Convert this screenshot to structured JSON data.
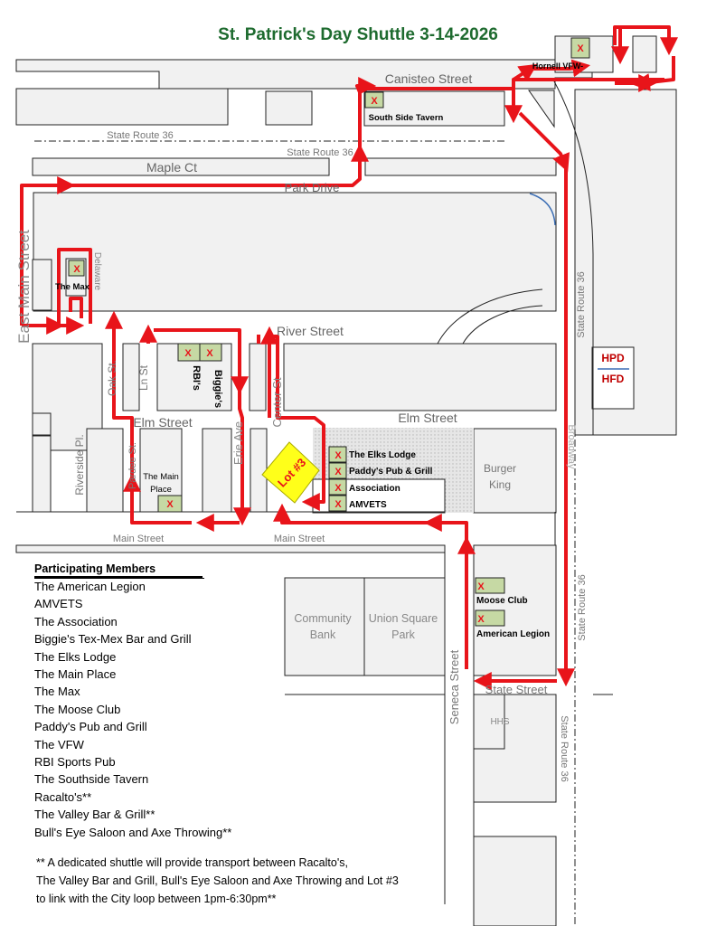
{
  "title": "St. Patrick's Day Shuttle 3-14-2026",
  "streets": {
    "canisteo": "Canisteo Street",
    "sr36_a": "State Route 36",
    "sr36_b": "State Route 36",
    "maple": "Maple Ct",
    "park": "Park Drive",
    "east_main": "East Main Street",
    "delaware": "Delaware",
    "river": "River Street",
    "oak": "Oak St.",
    "ln": "Ln St",
    "elm_left": "Elm Street",
    "elm_right": "Elm Street",
    "erie": "Erie Ave",
    "center": "Center St",
    "riverside": "Riverside Pl.",
    "pardee": "Pardee St.",
    "main_left": "Main Street",
    "main_right": "Main Street",
    "sr36_vertical": "State Route 36",
    "broadway": "Broadway",
    "seneca": "Seneca Street",
    "state": "State Street",
    "sr36_lower": "State Route 36",
    "sr36_bottom": "State Route 36"
  },
  "places": {
    "hornell_vfw": "Hornell VFW-",
    "south_side": "South Side Tavern",
    "the_max": "The Max",
    "rbis": "RBI's",
    "biggies": "Biggie's",
    "main_place_1": "The Main",
    "main_place_2": "Place",
    "elks": "The Elks Lodge",
    "paddys": "Paddy's Pub & Grill",
    "association": "Association",
    "amvets": "AMVETS",
    "burger_1": "Burger",
    "burger_2": "King",
    "moose": "Moose Club",
    "legion": "American Legion",
    "community_1": "Community",
    "community_2": "Bank",
    "union_1": "Union Square",
    "union_2": "Park",
    "hhs": "HHS",
    "hpd": "HPD",
    "hfd": "HFD",
    "lot": "Lot #3"
  },
  "marker": "X",
  "legend": {
    "heading": "Participating Members",
    "members": [
      "The American Legion",
      "AMVETS",
      "The Association",
      "Biggie's Tex-Mex Bar and Grill",
      "The Elks Lodge",
      "The Main Place",
      "The Max",
      "The Moose Club",
      "Paddy's Pub and Grill",
      "The VFW",
      "RBI Sports Pub",
      "The Southside Tavern",
      "Racalto's**",
      "The Valley Bar & Grill**",
      "Bull's Eye Saloon and Axe Throwing**"
    ]
  },
  "note": [
    "** A dedicated shuttle will provide transport between Racalto's,",
    " The Valley Bar and Grill, Bull's Eye Saloon and Axe Throwing and Lot #3",
    "to link with the City loop between 1pm-6:30pm**"
  ],
  "colors": {
    "route": "#e8141a",
    "block_fill": "#f1f1f1",
    "venue_fill": "#c6d9a4",
    "title": "#1e6b2f",
    "lot_fill": "#ffff1a",
    "hpd": "#c00000"
  }
}
